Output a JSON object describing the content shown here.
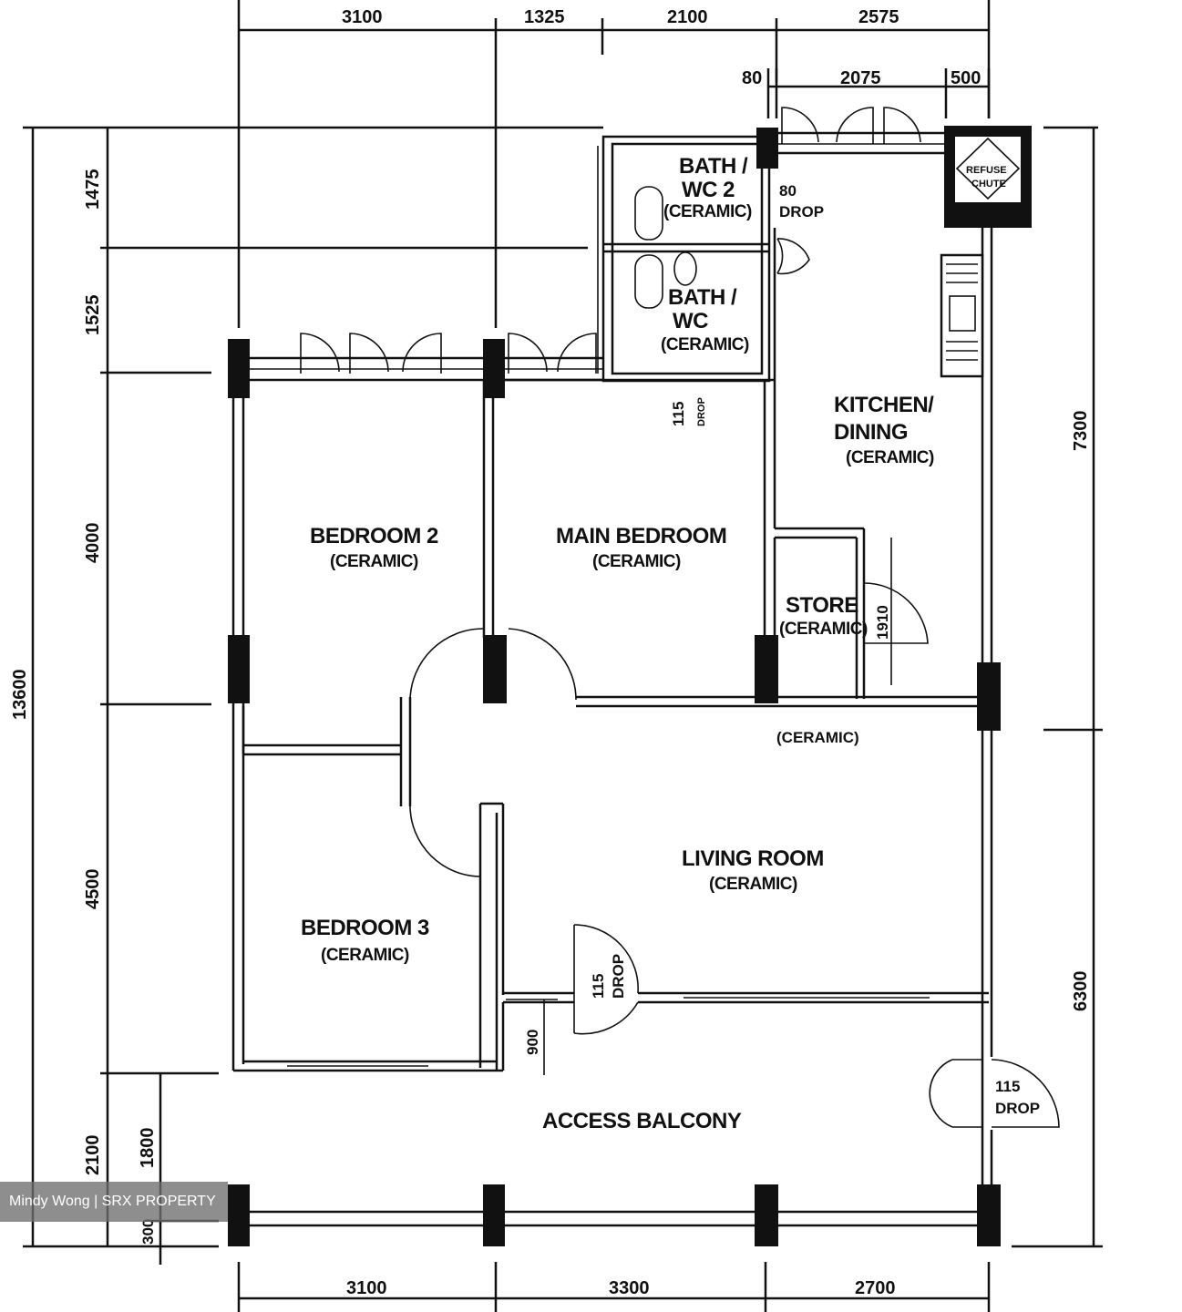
{
  "rooms": {
    "bath_wc2": {
      "line1": "BATH /",
      "line2": "WC  2",
      "finish": "(CERAMIC)"
    },
    "bath_wc": {
      "line1": "BATH /",
      "line2": "WC",
      "finish": "(CERAMIC)"
    },
    "kitchen": {
      "line1": "KITCHEN/",
      "line2": "DINING",
      "finish": "(CERAMIC)"
    },
    "bedroom2": {
      "name": "BEDROOM 2",
      "finish": "(CERAMIC)"
    },
    "main_bedroom": {
      "name": "MAIN BEDROOM",
      "finish": "(CERAMIC)"
    },
    "store": {
      "name": "STORE",
      "finish": "(CERAMIC)"
    },
    "living": {
      "name": "LIVING ROOM",
      "finish": "(CERAMIC)"
    },
    "bedroom3": {
      "name": "BEDROOM 3",
      "finish": "(CERAMIC)"
    },
    "balcony": {
      "name": "ACCESS BALCONY"
    },
    "refuse_chute": {
      "line1": "REFUSE",
      "line2": "CHUTE"
    },
    "living_note": "(CERAMIC)"
  },
  "drops": {
    "bath2": {
      "value": "80",
      "label": "DROP"
    },
    "bath1": {
      "value": "115",
      "label": "DROP"
    },
    "living": {
      "value": "115",
      "label": "DROP"
    },
    "balcony": {
      "value": "115",
      "label": "DROP"
    },
    "store_door": "1910"
  },
  "dimensions": {
    "top": [
      "3100",
      "1325",
      "2100",
      "2575"
    ],
    "top_sub": [
      "80",
      "2075",
      "500"
    ],
    "bottom": [
      "3100",
      "3300",
      "2700"
    ],
    "left": [
      "1475",
      "1525",
      "4000",
      "4500",
      "2100",
      "1800",
      "300"
    ],
    "left_total": "13600",
    "right": [
      "7300",
      "6300"
    ],
    "corridor": "900"
  },
  "watermark": "Mindy Wong | SRX PROPERTY"
}
